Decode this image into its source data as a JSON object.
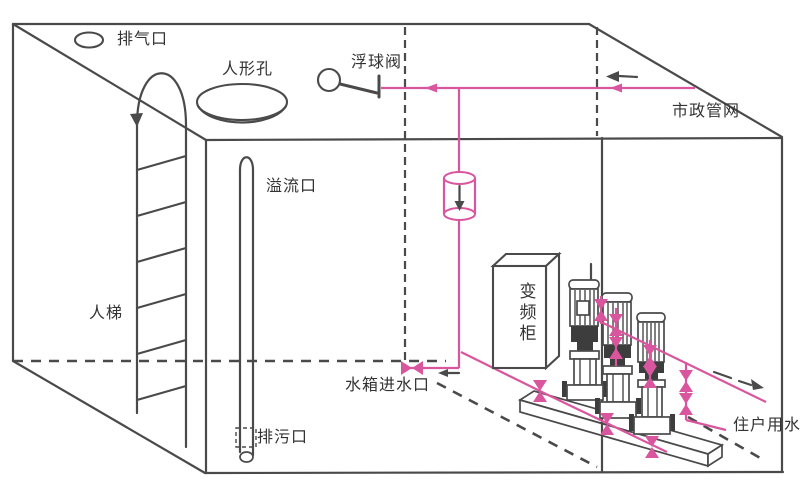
{
  "diagram": {
    "labels": {
      "vent": "排气口",
      "manhole": "人形孔",
      "float_valve": "浮球阀",
      "municipal_network": "市政管网",
      "overflow": "溢流口",
      "ladder": "人梯",
      "vfd_cabinet": "变频柜",
      "tank_inlet": "水箱进水口",
      "drain_outlet": "排污口",
      "household_water": "住户用水"
    },
    "colors": {
      "line": "#4a4a4a",
      "pipe": "#d9569f",
      "text": "#333333",
      "background": "#ffffff"
    }
  }
}
